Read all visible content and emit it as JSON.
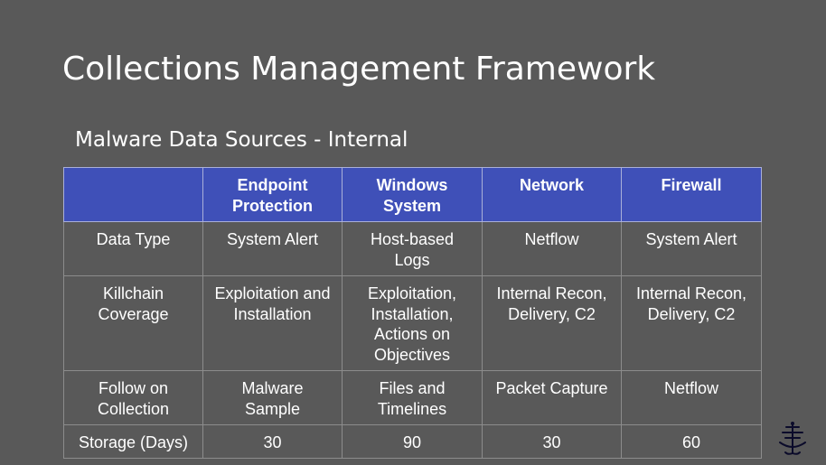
{
  "slide": {
    "title": "Collections Management Framework",
    "subtitle": "Malware Data Sources - Internal"
  },
  "table": {
    "headers": [
      "",
      "Endpoint\nProtection",
      "Windows\nSystem",
      "Network",
      "Firewall"
    ],
    "rows": [
      [
        "Data Type",
        "System Alert",
        "Host-based\nLogs",
        "Netflow",
        "System Alert"
      ],
      [
        "Killchain\nCoverage",
        "Exploitation and\nInstallation",
        "Exploitation,\nInstallation,\nActions on\nObjectives",
        "Internal Recon,\nDelivery, C2",
        "Internal Recon,\nDelivery, C2"
      ],
      [
        "Follow on\nCollection",
        "Malware\nSample",
        "Files and\nTimelines",
        "Packet Capture",
        "Netflow"
      ],
      [
        "Storage (Days)",
        "30",
        "90",
        "30",
        "60"
      ]
    ]
  },
  "logo": {
    "icon": "anchor-tree-logo-icon",
    "color": "#0b0b2a"
  },
  "colors": {
    "background": "#595959",
    "header": "#3f50b8",
    "text": "#ffffff"
  }
}
